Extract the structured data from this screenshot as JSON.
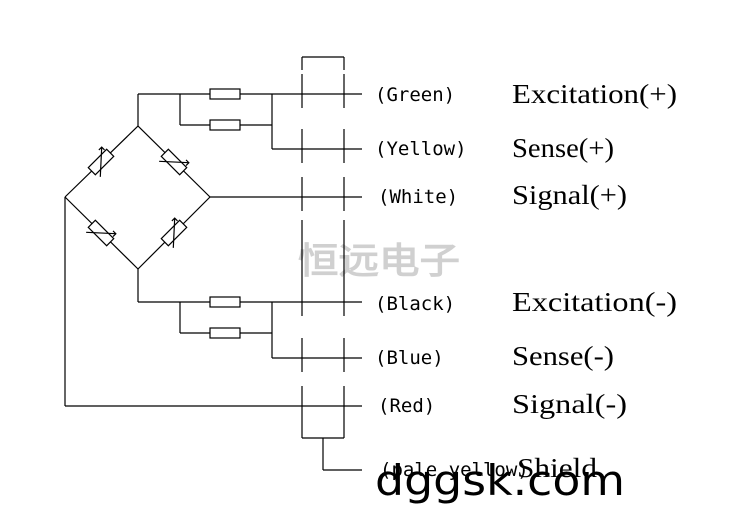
{
  "wires": [
    {
      "color": "(Green)",
      "function": "Excitation(+)"
    },
    {
      "color": "(Yellow)",
      "function": "Sense(+)"
    },
    {
      "color": "(White)",
      "function": "Signal(+)"
    },
    {
      "color": "(Black)",
      "function": "Excitation(-)"
    },
    {
      "color": "(Blue)",
      "function": "Sense(-)"
    },
    {
      "color": "(Red)",
      "function": "Signal(-)"
    },
    {
      "color": "(pale yellow)",
      "function": "Shield"
    }
  ],
  "watermark": "恒远电子",
  "site": "dggsk.com"
}
